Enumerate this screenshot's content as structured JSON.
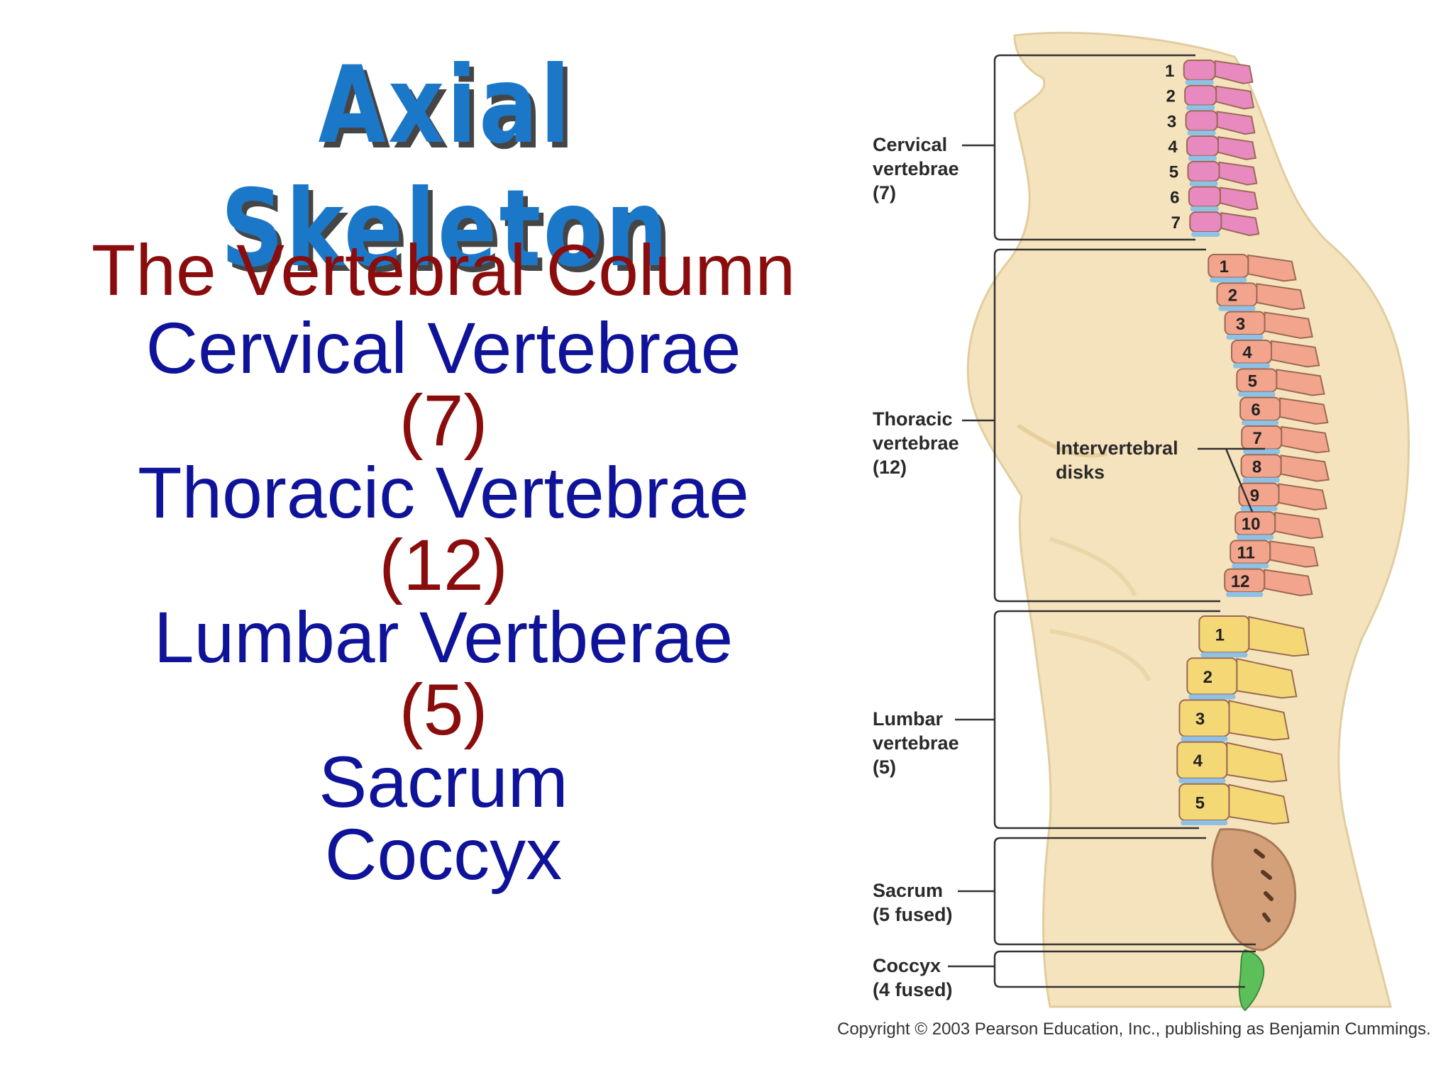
{
  "title": "Axial Skeleton",
  "outline": [
    {
      "text": "The Vertebral Column",
      "color": "#8a0c0c"
    },
    {
      "text": "Cervical Vertebrae",
      "color": "#0e139a"
    },
    {
      "text": "(7)",
      "color": "#8a0c0c"
    },
    {
      "text": "Thoracic Vertebrae",
      "color": "#0e139a"
    },
    {
      "text": "(12)",
      "color": "#8a0c0c"
    },
    {
      "text": "Lumbar Vertberae",
      "color": "#0e139a"
    },
    {
      "text": "(5)",
      "color": "#8a0c0c"
    },
    {
      "text": "Sacrum",
      "color": "#0e139a"
    },
    {
      "text": "Coccyx",
      "color": "#0e139a"
    }
  ],
  "diagram": {
    "regions": [
      {
        "name": "cervical",
        "lines": [
          "Cervical",
          "vertebrae",
          "(7)"
        ],
        "count": 7,
        "color": "#e88ac0"
      },
      {
        "name": "thoracic",
        "lines": [
          "Thoracic",
          "vertebrae",
          "(12)"
        ],
        "count": 12,
        "color": "#f2a48c"
      },
      {
        "name": "lumbar",
        "lines": [
          "Lumbar",
          "vertebrae",
          "(5)"
        ],
        "count": 5,
        "color": "#f5d876"
      },
      {
        "name": "sacrum",
        "lines": [
          "Sacrum",
          "(5 fused)"
        ],
        "count": 0,
        "color": "#d4a07a"
      },
      {
        "name": "coccyx",
        "lines": [
          "Coccyx",
          "(4 fused)"
        ],
        "count": 0,
        "color": "#5cc05a"
      }
    ],
    "disk_label": [
      "Intervertebral",
      "disks"
    ],
    "body_color": "#f5e3bd",
    "disk_color": "#8ec1e6"
  },
  "copyright": "Copyright © 2003 Pearson Education, Inc., publishing as Benjamin Cummings."
}
